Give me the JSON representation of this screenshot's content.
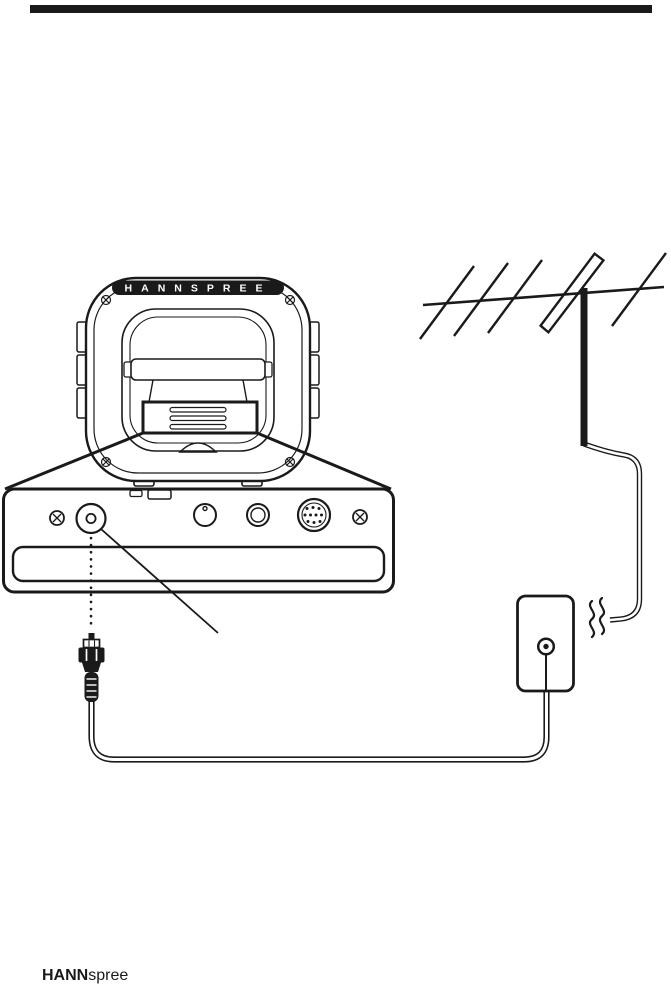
{
  "colors": {
    "ink": "#1a1a1a",
    "paper": "#ffffff"
  },
  "tv": {
    "brand_label": "HANNSPREE"
  },
  "footer": {
    "logo_bold": "HANN",
    "logo_light": "spree"
  }
}
